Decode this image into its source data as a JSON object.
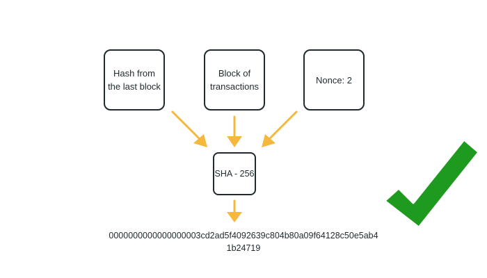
{
  "diagram": {
    "inputs": [
      {
        "id": "hash",
        "label": "Hash from\nthe last block"
      },
      {
        "id": "block",
        "label": "Block of\ntransactions"
      },
      {
        "id": "nonce",
        "label": "Nonce: 2"
      }
    ],
    "function": {
      "label": "SHA - 256"
    },
    "output": {
      "line1": "0000000000000000003cd2ad5f4092639c804b80a09f64128c50e5ab4",
      "line2": "1b24719"
    },
    "result_icon": "checkmark-icon"
  },
  "colors": {
    "box_border": "#1f2a2e",
    "text": "#1f2a2e",
    "arrow": "#f5b83c",
    "checkmark": "#1e9a1e",
    "checkmark_outline": "#ffffff",
    "background": "#ffffff"
  }
}
